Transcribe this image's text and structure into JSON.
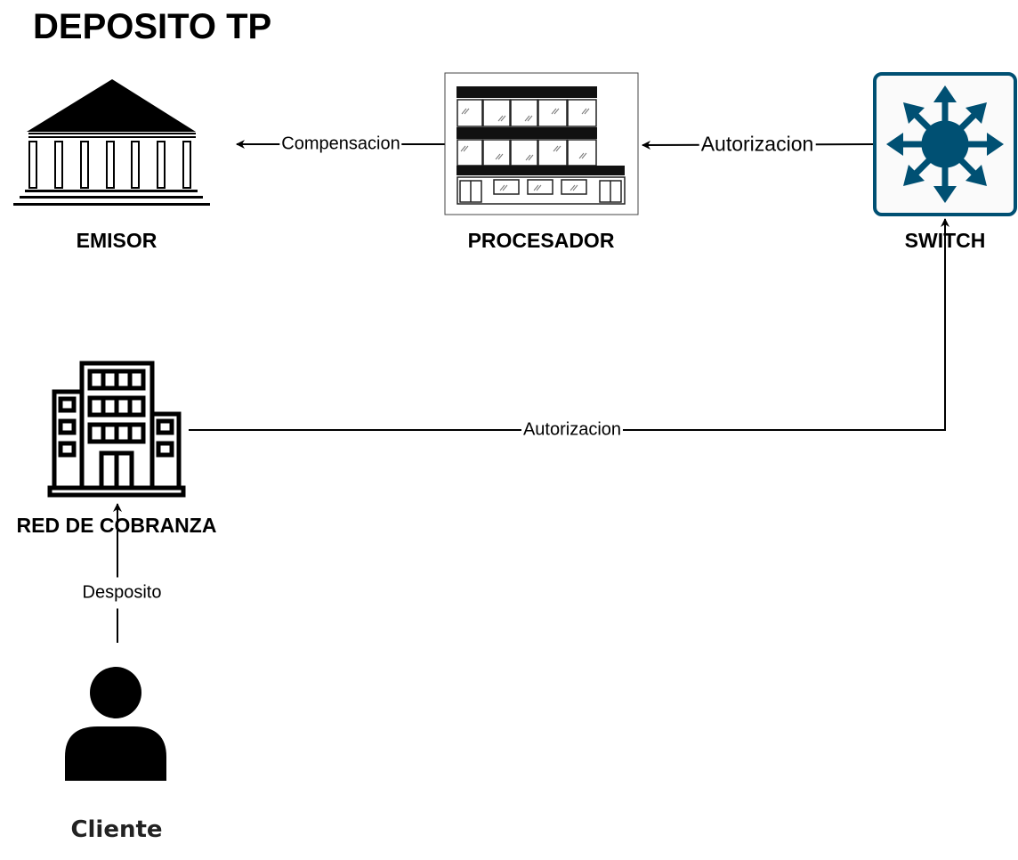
{
  "title": "DEPOSITO TP",
  "nodes": {
    "emisor": {
      "label": "EMISOR",
      "icon": "bank-icon"
    },
    "procesador": {
      "label": "PROCESADOR",
      "icon": "office-building-icon"
    },
    "switch": {
      "label": "SWITCH",
      "icon": "network-switch-icon"
    },
    "red_cobranza": {
      "label": "RED DE COBRANZA",
      "icon": "corporate-building-icon"
    },
    "cliente": {
      "label": "Cliente",
      "icon": "person-icon"
    }
  },
  "edges": {
    "procesador_to_emisor": {
      "label": "Compensacion"
    },
    "switch_to_procesador": {
      "label": "Autorizacion"
    },
    "red_to_switch": {
      "label": "Autorizacion"
    },
    "cliente_to_red": {
      "label": "Desposito"
    }
  },
  "colors": {
    "switch_fill": "#005073",
    "switch_bg": "#fafafa",
    "line": "#000000"
  }
}
